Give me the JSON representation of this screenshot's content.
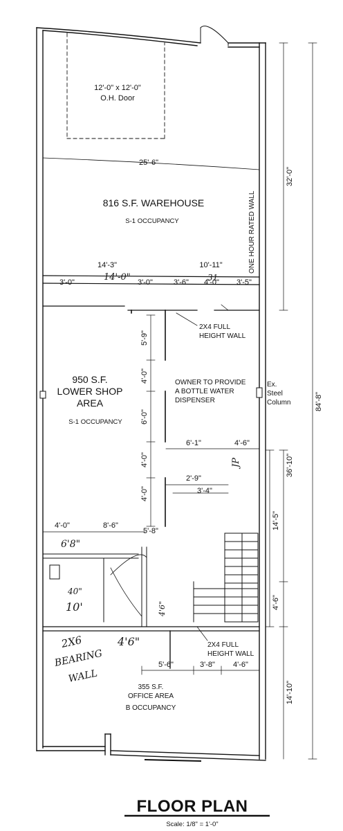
{
  "title": "FLOOR PLAN",
  "scale": "Scale: 1/8\" = 1'-0\"",
  "warehouse": {
    "door_size": "12'-0\" x 12'-0\"",
    "door_label": "O.H. Door",
    "width": "25'-6\"",
    "area": "816 S.F. WAREHOUSE",
    "occupancy": "S-1 OCCUPANCY",
    "wall_note": "ONE HOUR RATED WALL"
  },
  "shop": {
    "area_line1": "950 S.F.",
    "area_line2": "LOWER SHOP",
    "area_line3": "AREA",
    "occupancy": "S-1 OCCUPANCY",
    "owner_note_1": "OWNER TO PROVIDE",
    "owner_note_2": "A BOTTLE WATER",
    "owner_note_3": "DISPENSER",
    "wall_note_1": "2X4 FULL",
    "wall_note_2": "HEIGHT WALL",
    "column_1": "Ex.",
    "column_2": "Steel",
    "column_3": "Column"
  },
  "office": {
    "area_line1": "355 S.F.",
    "area_line2": "OFFICE AREA",
    "occupancy": "B OCCUPANCY",
    "wall_note_1": "2X4 FULL",
    "wall_note_2": "HEIGHT WALL"
  },
  "dims": {
    "d_14_3": "14'-3\"",
    "d_10_11": "10'-11\"",
    "d_3_0": "3'-0\"",
    "d_3_0b": "3'-0\"",
    "d_3_6": "3'-6\"",
    "d_4_0a": "4'-0\"",
    "d_3_5": "3'-5\"",
    "d_5_9": "5'-9\"",
    "d_4_0b": "4'-0\"",
    "d_6_0": "6'-0\"",
    "d_4_0c": "4'-0\"",
    "d_4_0d": "4'-0\"",
    "d_6_1": "6'-1\"",
    "d_4_6a": "4'-6\"",
    "d_2_9": "2'-9\"",
    "d_3_4": "3'-4\"",
    "d_4_0e": "4'-0\"",
    "d_8_6": "8'-6\"",
    "d_5_8": "5'-8\"",
    "d_5_6": "5'-6\"",
    "d_3_8": "3'-8\"",
    "d_4_6b": "4'-6\"",
    "d_32_0": "32'-0\"",
    "d_84_8": "84'-8\"",
    "d_36_10": "36'-10\"",
    "d_14_5": "14'-5\"",
    "d_4_6c": "4'-6\"",
    "d_14_10": "14'-10\""
  },
  "handwriting": {
    "h1": "14'-0\"",
    "h2": "31",
    "h3": "6'8\"",
    "h4": "40\"",
    "h5": "JP",
    "h6": "10'",
    "h7": "2X6",
    "h8": "BEARING",
    "h9": "WALL",
    "h10": "4'6\"",
    "h11": "4'6\""
  }
}
